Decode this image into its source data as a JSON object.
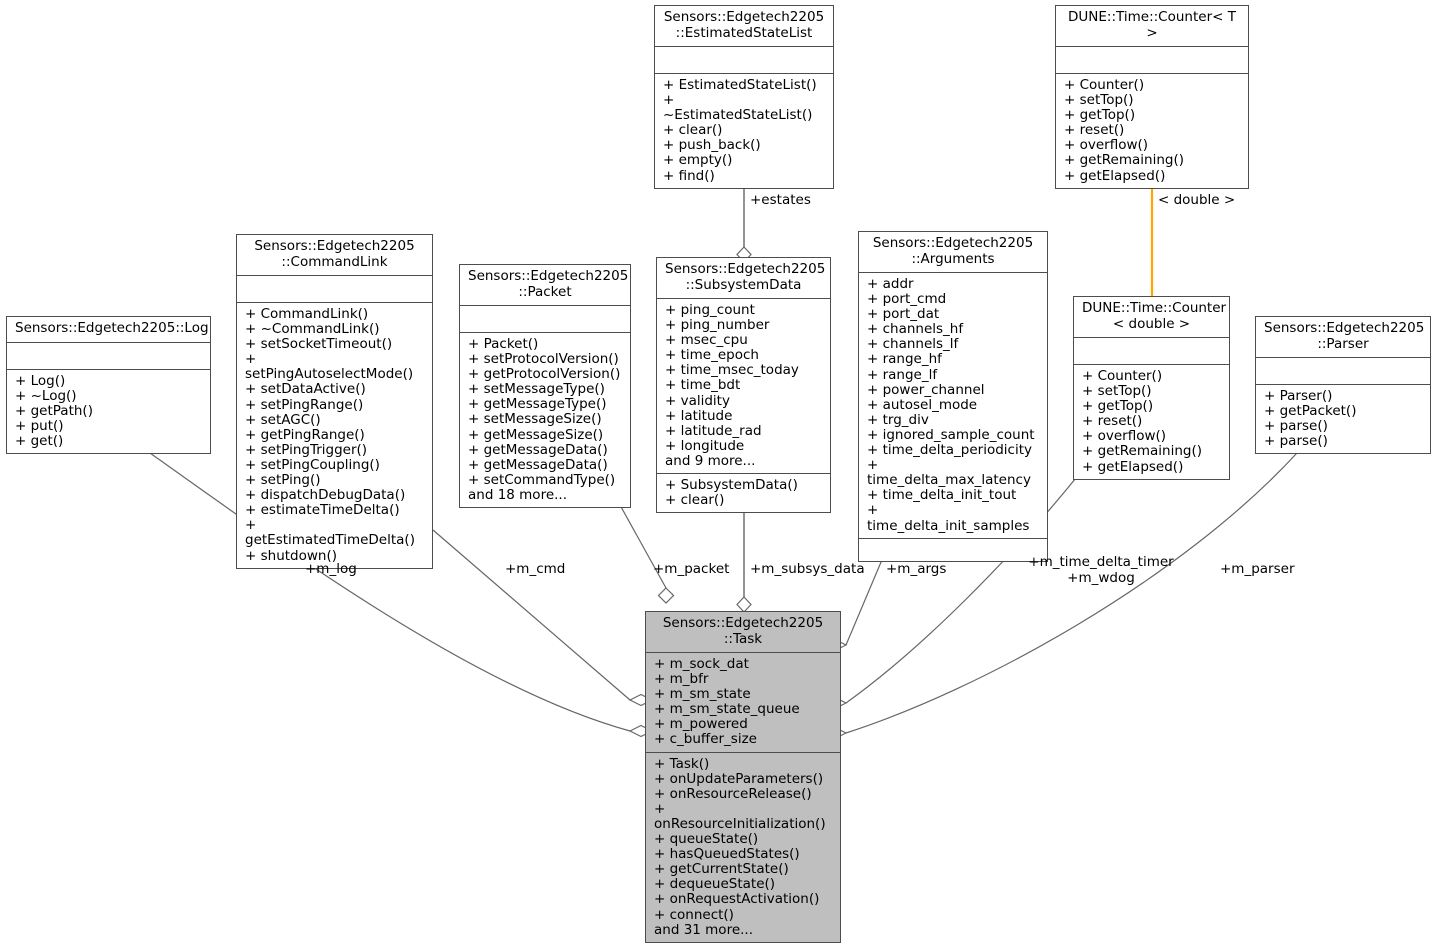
{
  "diagram": {
    "type": "uml-class-collaboration-diagram",
    "background": "#ffffff",
    "highlight_fill": "#bfbfbf",
    "line_color": "#4d4d4d",
    "template_arrow_color": "#ffa500"
  },
  "classes": {
    "estimated_state_list": {
      "title": "Sensors::Edgetech2205\n::EstimatedStateList",
      "attributes": "",
      "operations": "+ EstimatedStateList()\n+ ~EstimatedStateList()\n+ clear()\n+ push_back()\n+ empty()\n+ find()"
    },
    "counter_t": {
      "title": "DUNE::Time::Counter< T >",
      "attributes": "",
      "operations": "+ Counter()\n+ setTop()\n+ getTop()\n+ reset()\n+ overflow()\n+ getRemaining()\n+ getElapsed()"
    },
    "command_link": {
      "title": "Sensors::Edgetech2205\n::CommandLink",
      "attributes": "",
      "operations": "+ CommandLink()\n+ ~CommandLink()\n+ setSocketTimeout()\n+ setPingAutoselectMode()\n+ setDataActive()\n+ setPingRange()\n+ setAGC()\n+ getPingRange()\n+ setPingTrigger()\n+ setPingCoupling()\n+ setPing()\n+ dispatchDebugData()\n+ estimateTimeDelta()\n+ getEstimatedTimeDelta()\n+ shutdown()"
    },
    "log": {
      "title": "Sensors::Edgetech2205::Log",
      "attributes": "",
      "operations": "+ Log()\n+ ~Log()\n+ getPath()\n+ put()\n+ get()"
    },
    "packet": {
      "title": "Sensors::Edgetech2205\n::Packet",
      "attributes": "",
      "operations": "+ Packet()\n+ setProtocolVersion()\n+ getProtocolVersion()\n+ setMessageType()\n+ getMessageType()\n+ setMessageSize()\n+ getMessageSize()\n+ getMessageData()\n+ getMessageData()\n+ setCommandType()\nand 18 more..."
    },
    "subsystem_data": {
      "title": "Sensors::Edgetech2205\n::SubsystemData",
      "attributes": "+ ping_count\n+ ping_number\n+ msec_cpu\n+ time_epoch\n+ time_msec_today\n+ time_bdt\n+ validity\n+ latitude\n+ latitude_rad\n+ longitude\nand 9 more...",
      "operations": "+ SubsystemData()\n+ clear()"
    },
    "arguments": {
      "title": "Sensors::Edgetech2205\n::Arguments",
      "attributes": "+ addr\n+ port_cmd\n+ port_dat\n+ channels_hf\n+ channels_lf\n+ range_hf\n+ range_lf\n+ power_channel\n+ autosel_mode\n+ trg_div\n+ ignored_sample_count\n+ time_delta_periodicity\n+ time_delta_max_latency\n+ time_delta_init_tout\n+ time_delta_init_samples",
      "operations": ""
    },
    "counter_double": {
      "title": "DUNE::Time::Counter\n< double >",
      "attributes": "",
      "operations": "+ Counter()\n+ setTop()\n+ getTop()\n+ reset()\n+ overflow()\n+ getRemaining()\n+ getElapsed()"
    },
    "parser": {
      "title": "Sensors::Edgetech2205\n::Parser",
      "attributes": "",
      "operations": "+ Parser()\n+ getPacket()\n+ parse()\n+ parse()"
    },
    "task": {
      "title": "Sensors::Edgetech2205\n::Task",
      "attributes": "+ m_sock_dat\n+ m_bfr\n+ m_sm_state\n+ m_sm_state_queue\n+ m_powered\n+ c_buffer_size",
      "operations": "+ Task()\n+ onUpdateParameters()\n+ onResourceRelease()\n+ onResourceInitialization()\n+ queueState()\n+ hasQueuedStates()\n+ getCurrentState()\n+ dequeueState()\n+ onRequestActivation()\n+ connect()\nand 31 more..."
    }
  },
  "edges": {
    "estates": "+estates",
    "template_double": "< double >",
    "m_log": "+m_log",
    "m_cmd": "+m_cmd",
    "m_packet": "+m_packet",
    "m_subsys_data": "+m_subsys_data",
    "m_args": "+m_args",
    "m_time_delta_timer": "+m_time_delta_timer\n+m_wdog",
    "m_parser": "+m_parser"
  }
}
